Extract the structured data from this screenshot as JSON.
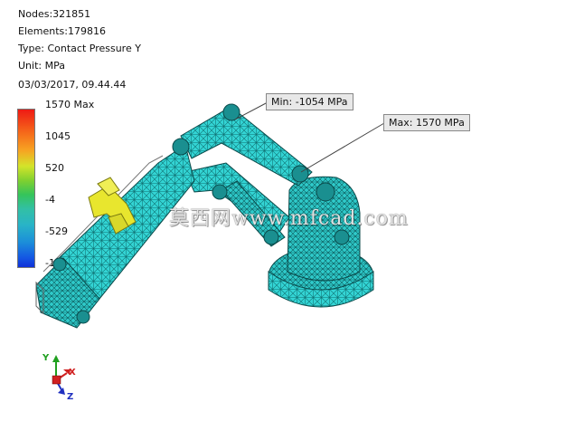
{
  "info": {
    "nodes": "Nodes:321851",
    "elements": "Elements:179816",
    "type": "Type: Contact Pressure Y",
    "unit": "Unit: MPa",
    "datetime": "03/03/2017, 09.44.44"
  },
  "legend": {
    "labels": [
      "1570 Max",
      "1045",
      "520",
      "-4",
      "-529",
      "-1054 Min"
    ]
  },
  "callouts": {
    "min": "Min: -1054 MPa",
    "max": "Max: 1570 MPa"
  },
  "watermark": "莫西网www.mfcad.com",
  "triad": {
    "x": "X",
    "y": "Y",
    "z": "Z"
  },
  "colors": {
    "mesh_fill": "#33d4d4",
    "mesh_dark": "#0f6f70",
    "gripper": "#e8e62e",
    "axis_x": "#d02020",
    "axis_y": "#20a020",
    "axis_z": "#2030c0"
  }
}
